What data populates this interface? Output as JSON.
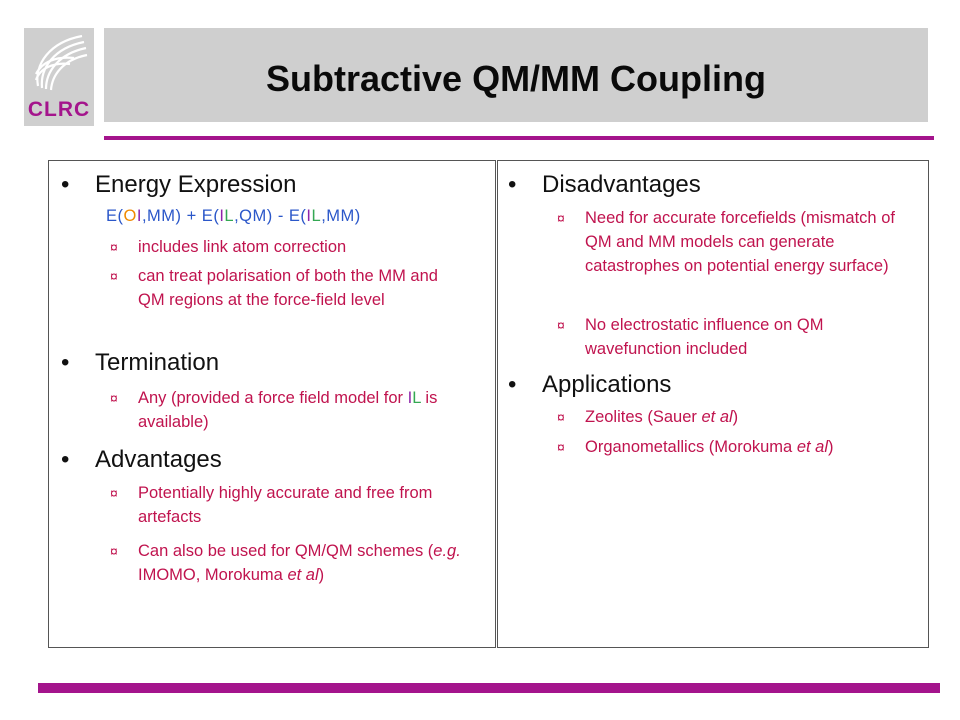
{
  "logo": {
    "text": "CLRC"
  },
  "title": "Subtractive QM/MM Coupling",
  "left": {
    "energy_heading": "Energy Expression",
    "expr": {
      "p1": "E(",
      "o": "O",
      "i1": "I",
      "p2": ",MM) + E(",
      "i2": "I",
      "l1": "L",
      "p3": ",QM) - E(",
      "i3": "I",
      "l2": "L",
      "p4": ",MM)"
    },
    "sub_mark": "¤",
    "energy_item1": "includes link atom correction",
    "energy_item2": "can treat polarisation of both the MM and QM regions at the force-field level",
    "termination_heading": "Termination",
    "term_a": "Any (provided a force field model for ",
    "term_i": "I",
    "term_l": "L",
    "term_b": " is available)",
    "advantages_heading": "Advantages",
    "adv_item1": "Potentially highly accurate and free from artefacts",
    "adv2_a": "Can also be used for QM/QM schemes (",
    "adv2_eg": "e.g.",
    "adv2_b": " IMOMO, Morokuma ",
    "adv2_etal": "et al",
    "adv2_c": ")"
  },
  "right": {
    "disadvantages_heading": "Disadvantages",
    "dis_item1": "Need for accurate forcefields (mismatch of QM and MM models can generate catastrophes on potential energy surface)",
    "dis_item2": "No electrostatic influence on QM wavefunction included",
    "applications_heading": "Applications",
    "app1_a": "Zeolites (Sauer ",
    "app1_etal": "et al",
    "app1_b": ")",
    "app2_a": "Organometallics (Morokuma ",
    "app2_etal": "et al",
    "app2_b": ")"
  },
  "bullet": "•",
  "colors": {
    "accent": "#a4148c",
    "sub_text": "#c0134e",
    "expr": "#2b57c9"
  }
}
